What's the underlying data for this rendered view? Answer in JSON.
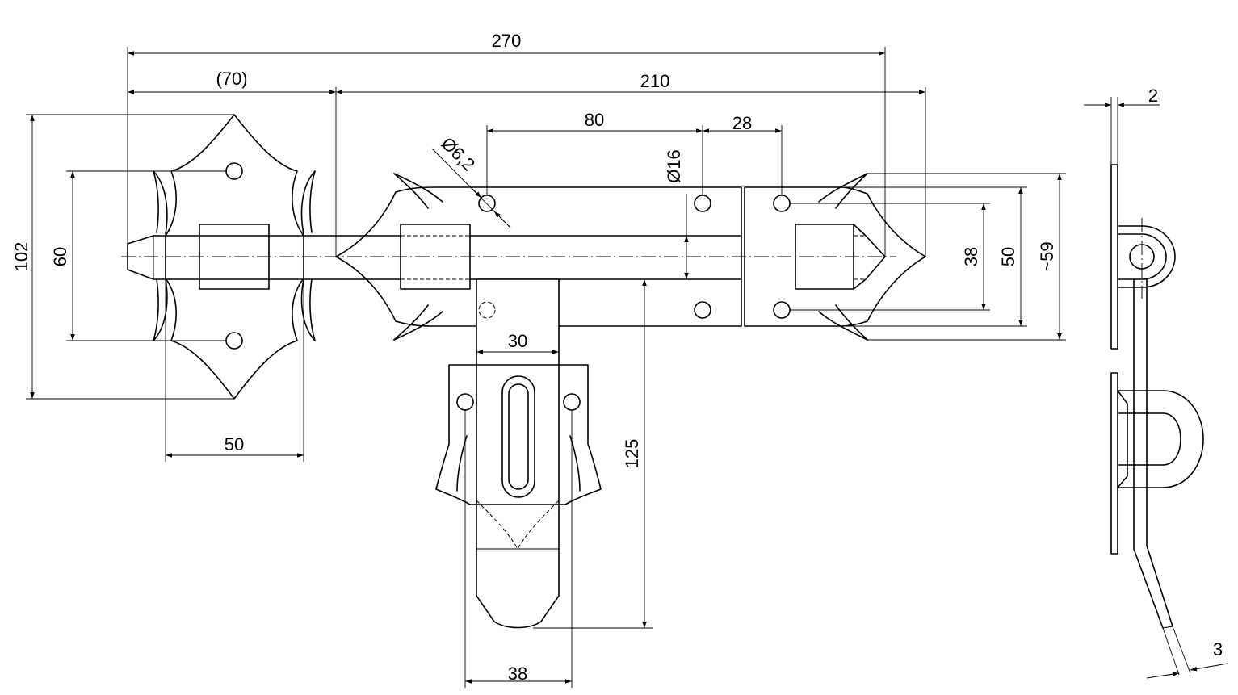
{
  "dimensions": {
    "overall_length": "270",
    "left_plate_length": "(70)",
    "right_length": "210",
    "hole_spacing": "80",
    "end_spacing": "28",
    "hole_diameter": "Ø6,2",
    "bolt_diameter": "Ø16",
    "left_height": "102",
    "left_hole_spacing": "60",
    "left_width": "50",
    "handle_width": "30",
    "handle_length": "125",
    "handle_base_width": "38",
    "right_hole_spacing": "38",
    "right_height": "50",
    "right_total_height": "~59",
    "plate_thickness": "2",
    "handle_thickness": "3"
  },
  "colors": {
    "line": "#000000",
    "background": "#ffffff"
  }
}
